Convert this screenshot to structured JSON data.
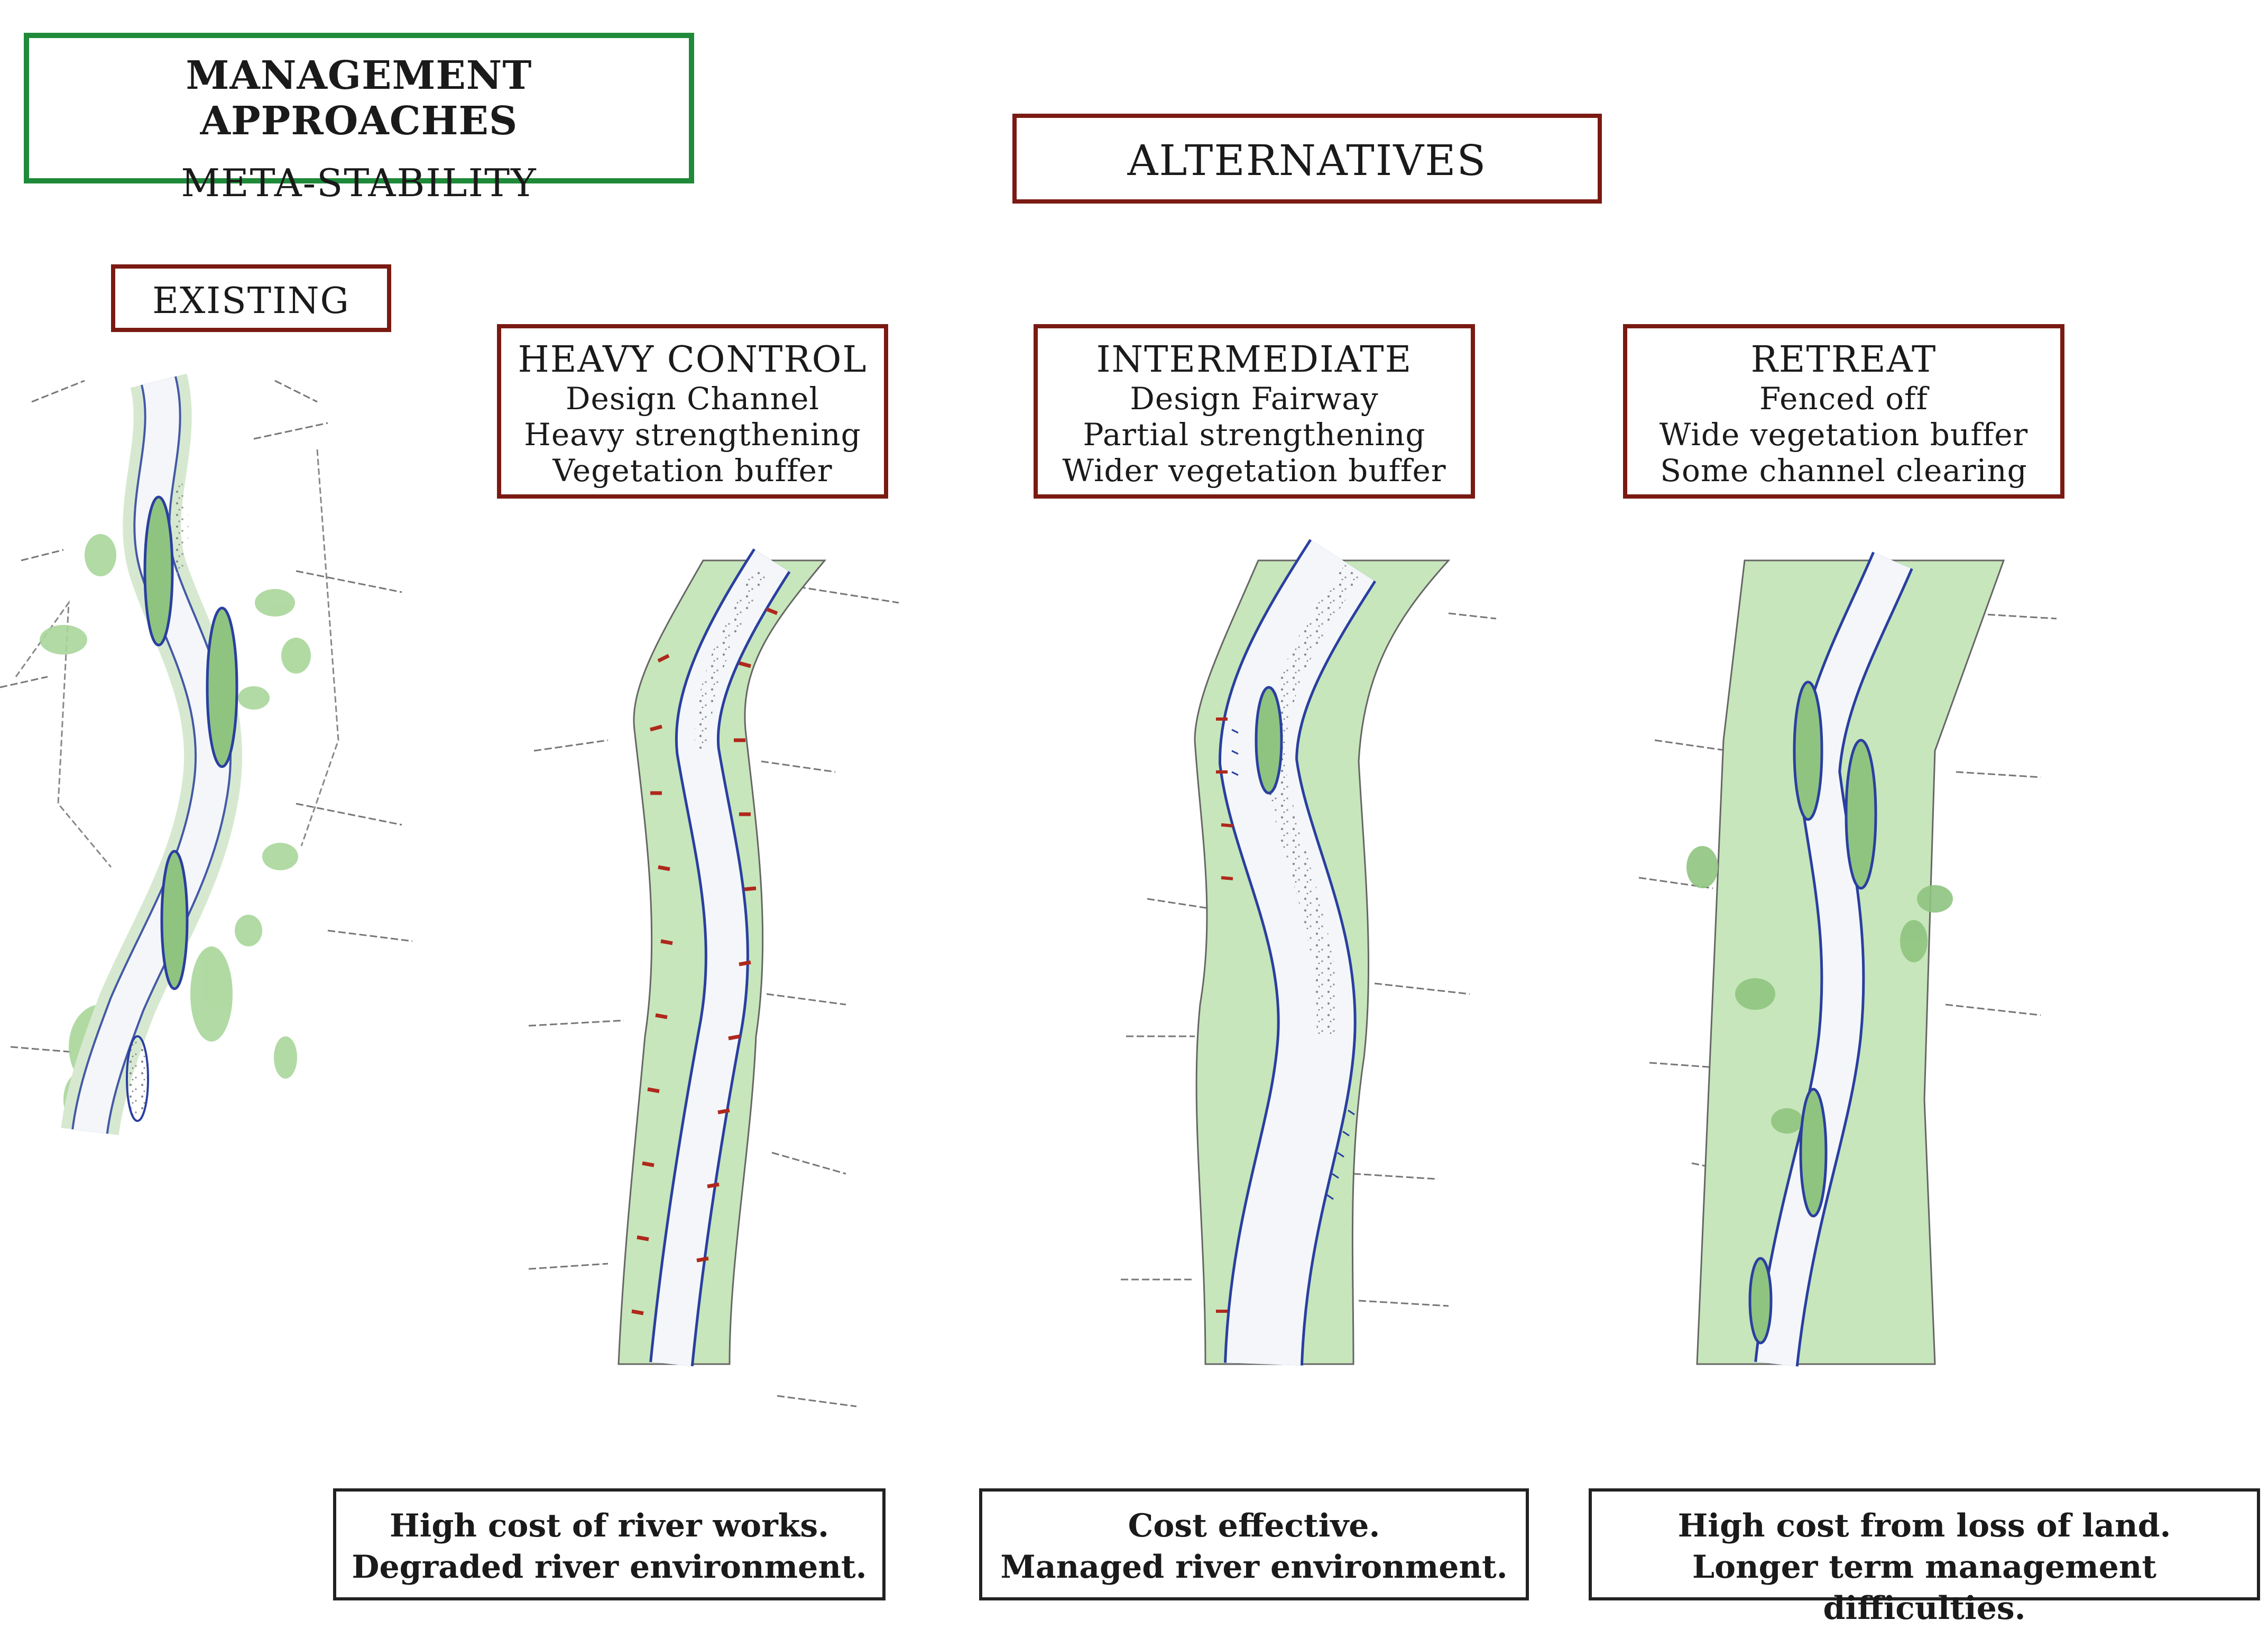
{
  "header": {
    "title": "MANAGEMENT APPROACHES",
    "subtitle": "META-STABILITY"
  },
  "alternatives_label": "ALTERNATIVES",
  "existing_label": "EXISTING",
  "panels": [
    {
      "label": "HEAVY CONTROL",
      "lines": [
        "Design Channel",
        "Heavy strengthening",
        "Vegetation buffer"
      ],
      "footer": [
        "High cost of river works.",
        "Degraded river environment."
      ]
    },
    {
      "label": "INTERMEDIATE",
      "lines": [
        "Design Fairway",
        "Partial strengthening",
        "Wider vegetation buffer"
      ],
      "footer": [
        "Cost effective.",
        "Managed river environment."
      ]
    },
    {
      "label": "RETREAT",
      "lines": [
        "Fenced off",
        "Wide vegetation buffer",
        "Some channel clearing"
      ],
      "footer": [
        "High cost from loss of land.",
        "Longer term management difficulties."
      ]
    }
  ],
  "colors": {
    "green_frame": "#1f8a3a",
    "red_frame": "#7a1a12",
    "vegetation": "#a9d69a",
    "river_line": "#2a3fa0",
    "strengthening": "#b0281c"
  }
}
